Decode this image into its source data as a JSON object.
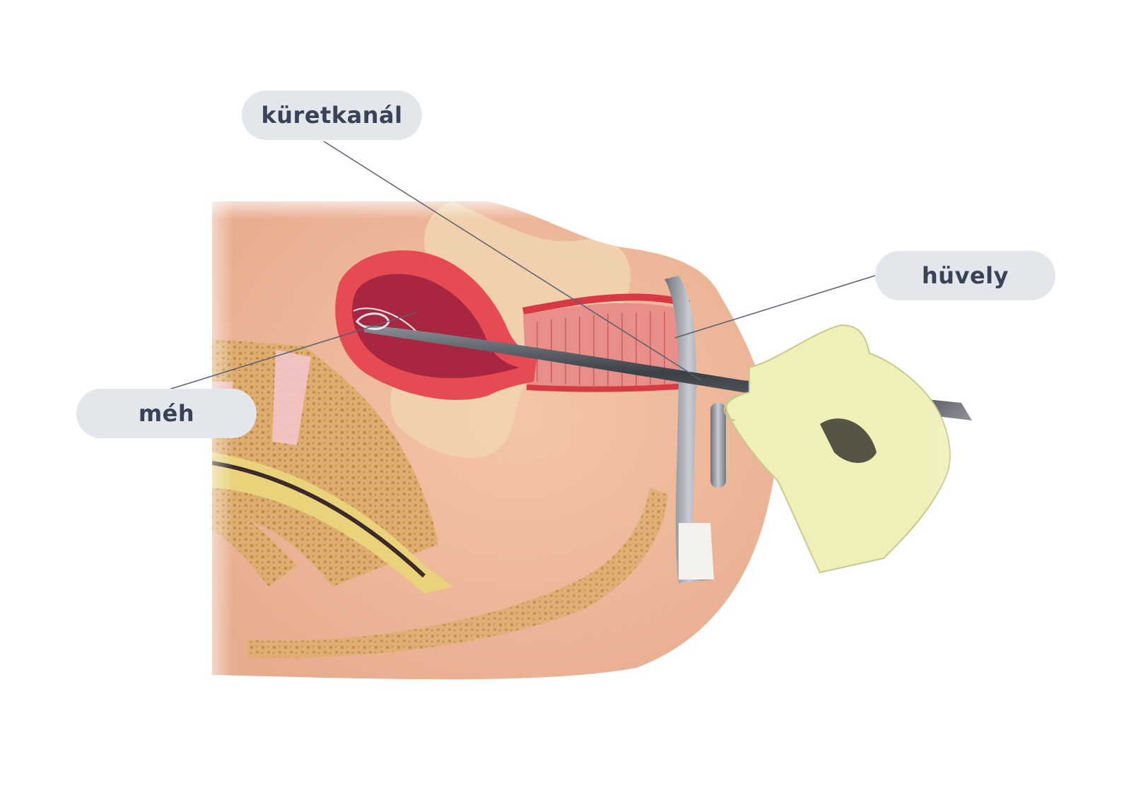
{
  "labels": {
    "curette": "küretkanál",
    "vagina": "hüvely",
    "uterus": "méh"
  },
  "colors": {
    "pill_background": "#e3e6ea",
    "pill_text": "#3a4255",
    "leader_line": "#5a6070",
    "skin": "#f4c5a8",
    "skin_shadow": "#e7ab8d",
    "uterus_wall": "#e64a52",
    "uterus_cavity": "#a82640",
    "bone": "#dcae70",
    "bone_cell": "#c58a48",
    "pelvic_bone": "#f0d2ae",
    "glove": "#eef0b8",
    "instrument": "#505560",
    "speculum": "#8a8e96"
  }
}
